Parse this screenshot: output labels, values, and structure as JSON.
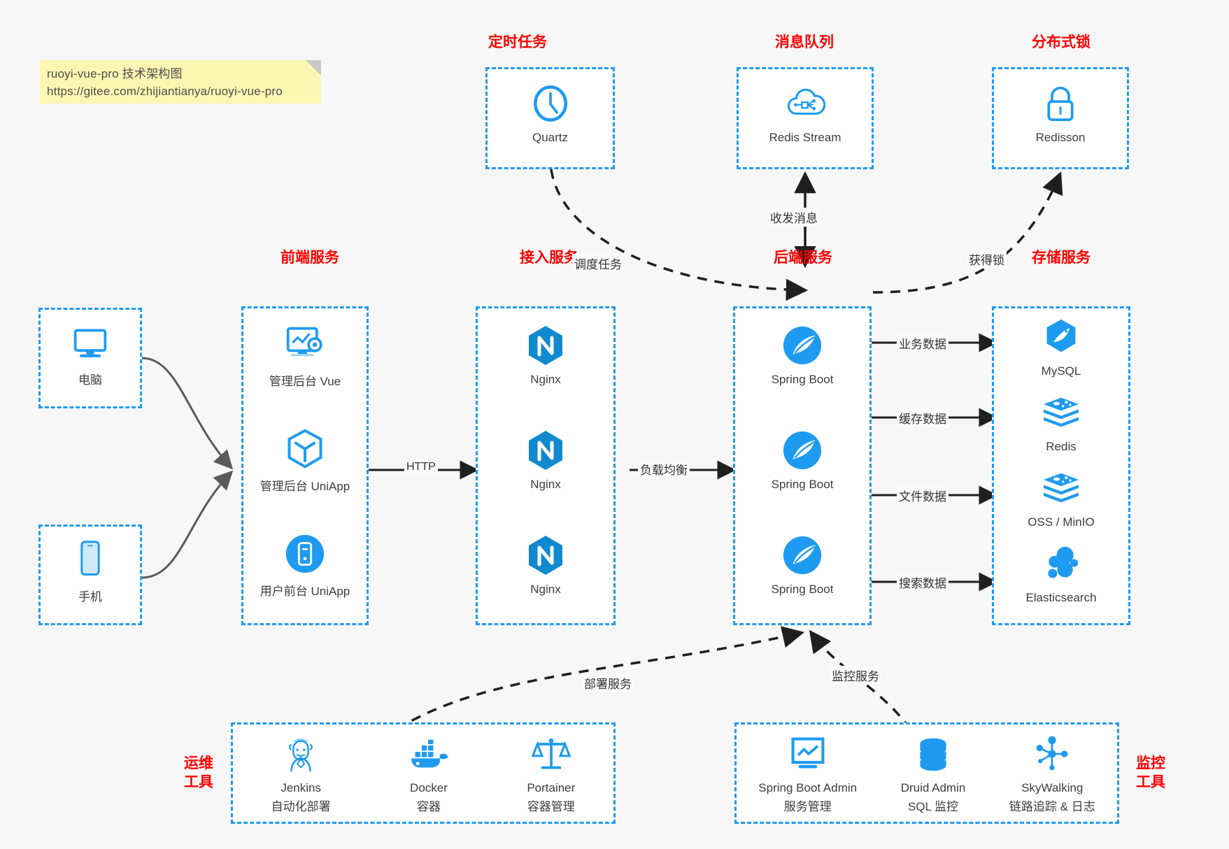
{
  "note": {
    "line1": "ruoyi-vue-pro 技术架构图",
    "line2": "https://gitee.com/zhijiantianya/ruoyi-vue-pro"
  },
  "colors": {
    "accent": "#1E9BF0",
    "title": "#ff0000",
    "text": "#3d3d3d",
    "arrow": "#1f1f1f",
    "note_bg": "#fdf6b2",
    "page_bg": "#f7f7f7"
  },
  "groups": {
    "scheduled_task": {
      "title": "定时任务",
      "nodes": [
        {
          "icon": "clock-icon",
          "label": "Quartz"
        }
      ]
    },
    "message_queue": {
      "title": "消息队列",
      "nodes": [
        {
          "icon": "cloud-stream-icon",
          "label": "Redis Stream"
        }
      ]
    },
    "distributed_lock": {
      "title": "分布式锁",
      "nodes": [
        {
          "icon": "lock-icon",
          "label": "Redisson"
        }
      ]
    },
    "clients": {
      "nodes": [
        {
          "icon": "desktop-icon",
          "label": "电脑"
        },
        {
          "icon": "mobile-icon",
          "label": "手机"
        }
      ]
    },
    "frontend": {
      "title": "前端服务",
      "nodes": [
        {
          "icon": "dashboard-gear-icon",
          "label": "管理后台 Vue"
        },
        {
          "icon": "cube-icon",
          "label": "管理后台 UniApp"
        },
        {
          "icon": "app-circle-icon",
          "label": "用户前台 UniApp"
        }
      ]
    },
    "gateway": {
      "title": "接入服务",
      "nodes": [
        {
          "icon": "nginx-icon",
          "label": "Nginx"
        },
        {
          "icon": "nginx-icon",
          "label": "Nginx"
        },
        {
          "icon": "nginx-icon",
          "label": "Nginx"
        }
      ]
    },
    "backend": {
      "title": "后端服务",
      "nodes": [
        {
          "icon": "spring-boot-icon",
          "label": "Spring Boot"
        },
        {
          "icon": "spring-boot-icon",
          "label": "Spring Boot"
        },
        {
          "icon": "spring-boot-icon",
          "label": "Spring Boot"
        }
      ]
    },
    "storage": {
      "title": "存储服务",
      "nodes": [
        {
          "icon": "mysql-icon",
          "label": "MySQL"
        },
        {
          "icon": "redis-icon",
          "label": "Redis"
        },
        {
          "icon": "oss-icon",
          "label": "OSS / MinIO"
        },
        {
          "icon": "elasticsearch-icon",
          "label": "Elasticsearch"
        }
      ]
    },
    "devops": {
      "title_line1": "运维",
      "title_line2": "工具",
      "nodes": [
        {
          "icon": "jenkins-icon",
          "label": "Jenkins",
          "sub": "自动化部署"
        },
        {
          "icon": "docker-icon",
          "label": "Docker",
          "sub": "容器"
        },
        {
          "icon": "portainer-icon",
          "label": "Portainer",
          "sub": "容器管理"
        }
      ]
    },
    "monitoring": {
      "title_line1": "监控",
      "title_line2": "工具",
      "nodes": [
        {
          "icon": "spring-boot-admin-icon",
          "label": "Spring Boot Admin",
          "sub": "服务管理"
        },
        {
          "icon": "database-stack-icon",
          "label": "Druid Admin",
          "sub": "SQL 监控"
        },
        {
          "icon": "skywalking-icon",
          "label": "SkyWalking",
          "sub": "链路追踪 & 日志"
        }
      ]
    }
  },
  "edges": {
    "http": "HTTP",
    "load_balance": "负载均衡",
    "schedule_task": "调度任务",
    "send_receive_message": "收发消息",
    "acquire_lock": "获得锁",
    "business_data": "业务数据",
    "cache_data": "缓存数据",
    "file_data": "文件数据",
    "search_data": "搜索数据",
    "deploy_service": "部署服务",
    "monitor_service": "监控服务"
  }
}
